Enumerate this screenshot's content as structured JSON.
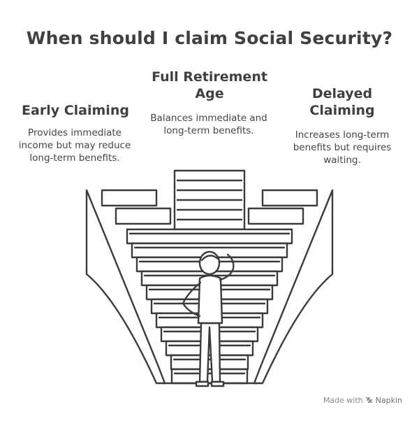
{
  "title": "When should I claim Social Security?",
  "options": [
    {
      "heading": "Early Claiming",
      "description": "Provides immediate income but may reduce long-term benefits."
    },
    {
      "heading": "Full Retirement Age",
      "description": "Balances immediate and long-term benefits."
    },
    {
      "heading": "Delayed Claiming",
      "description": "Increases long-term benefits but requires waiting."
    }
  ],
  "footer": {
    "made_with": "Made with",
    "brand": "Napkin",
    "brand_icon": "napkin-logo-icon"
  },
  "colors": {
    "stroke": "#3a3a3a",
    "text": "#404040"
  }
}
